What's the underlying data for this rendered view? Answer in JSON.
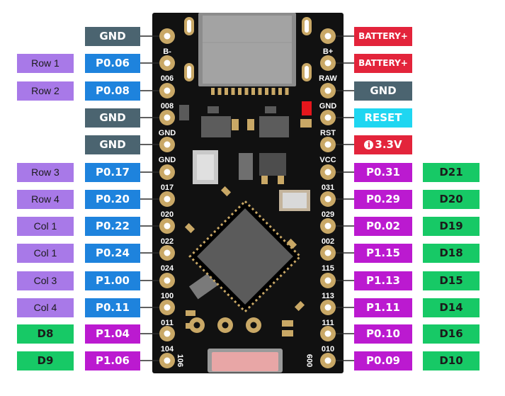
{
  "colors": {
    "gnd": "#4b6470",
    "pin_blue": "#1e83dd",
    "pin_magenta": "#bb1ad0",
    "purple": "#a879e8",
    "green": "#17c966",
    "battery_red": "#e3243b",
    "reset_cyan": "#1fd6f1",
    "board": "#111111",
    "pad_gold": "#c9a866"
  },
  "left_pins": [
    {
      "pin": "GND",
      "style": "gnd",
      "extra": null,
      "extra_style": null,
      "silk": "B-"
    },
    {
      "pin": "P0.06",
      "style": "blue",
      "extra": "Row 1",
      "extra_style": "purple",
      "silk": "006"
    },
    {
      "pin": "P0.08",
      "style": "blue",
      "extra": "Row 2",
      "extra_style": "purple",
      "silk": "008"
    },
    {
      "pin": "GND",
      "style": "gnd",
      "extra": null,
      "extra_style": null,
      "silk": "GND"
    },
    {
      "pin": "GND",
      "style": "gnd",
      "extra": null,
      "extra_style": null,
      "silk": "GND"
    },
    {
      "pin": "P0.17",
      "style": "blue",
      "extra": "Row 3",
      "extra_style": "purple",
      "silk": "017"
    },
    {
      "pin": "P0.20",
      "style": "blue",
      "extra": "Row 4",
      "extra_style": "purple",
      "silk": "020"
    },
    {
      "pin": "P0.22",
      "style": "blue",
      "extra": "Col 1",
      "extra_style": "purple",
      "silk": "022"
    },
    {
      "pin": "P0.24",
      "style": "blue",
      "extra": "Col 1",
      "extra_style": "purple",
      "silk": "024"
    },
    {
      "pin": "P1.00",
      "style": "blue",
      "extra": "Col 3",
      "extra_style": "purple",
      "silk": "100"
    },
    {
      "pin": "P0.11",
      "style": "blue",
      "extra": "Col 4",
      "extra_style": "purple",
      "silk": "011"
    },
    {
      "pin": "P1.04",
      "style": "magenta",
      "extra": "D8",
      "extra_style": "green",
      "silk": "104"
    },
    {
      "pin": "P1.06",
      "style": "magenta",
      "extra": "D9",
      "extra_style": "green",
      "silk": "106"
    }
  ],
  "right_pins": [
    {
      "pin": "BATTERY+",
      "style": "battery",
      "extra": null,
      "extra_style": null,
      "silk": "B+"
    },
    {
      "pin": "BATTERY+",
      "style": "battery",
      "extra": null,
      "extra_style": null,
      "silk": "RAW"
    },
    {
      "pin": "GND",
      "style": "gnd",
      "extra": null,
      "extra_style": null,
      "silk": "GND"
    },
    {
      "pin": "RESET",
      "style": "reset",
      "extra": null,
      "extra_style": null,
      "silk": "RST"
    },
    {
      "pin": "3.3V",
      "style": "battery",
      "extra": null,
      "extra_style": null,
      "silk": "VCC",
      "icon": "info-icon",
      "icon_glyph": "i"
    },
    {
      "pin": "P0.31",
      "style": "magenta",
      "extra": "D21",
      "extra_style": "green",
      "silk": "031"
    },
    {
      "pin": "P0.29",
      "style": "magenta",
      "extra": "D20",
      "extra_style": "green",
      "silk": "029"
    },
    {
      "pin": "P0.02",
      "style": "magenta",
      "extra": "D19",
      "extra_style": "green",
      "silk": "002"
    },
    {
      "pin": "P1.15",
      "style": "magenta",
      "extra": "D18",
      "extra_style": "green",
      "silk": "115"
    },
    {
      "pin": "P1.13",
      "style": "magenta",
      "extra": "D15",
      "extra_style": "green",
      "silk": "113"
    },
    {
      "pin": "P1.11",
      "style": "magenta",
      "extra": "D14",
      "extra_style": "green",
      "silk": "111"
    },
    {
      "pin": "P0.10",
      "style": "magenta",
      "extra": "D16",
      "extra_style": "green",
      "silk": "010"
    },
    {
      "pin": "P0.09",
      "style": "magenta",
      "extra": "D10",
      "extra_style": "green",
      "silk": "009"
    }
  ]
}
